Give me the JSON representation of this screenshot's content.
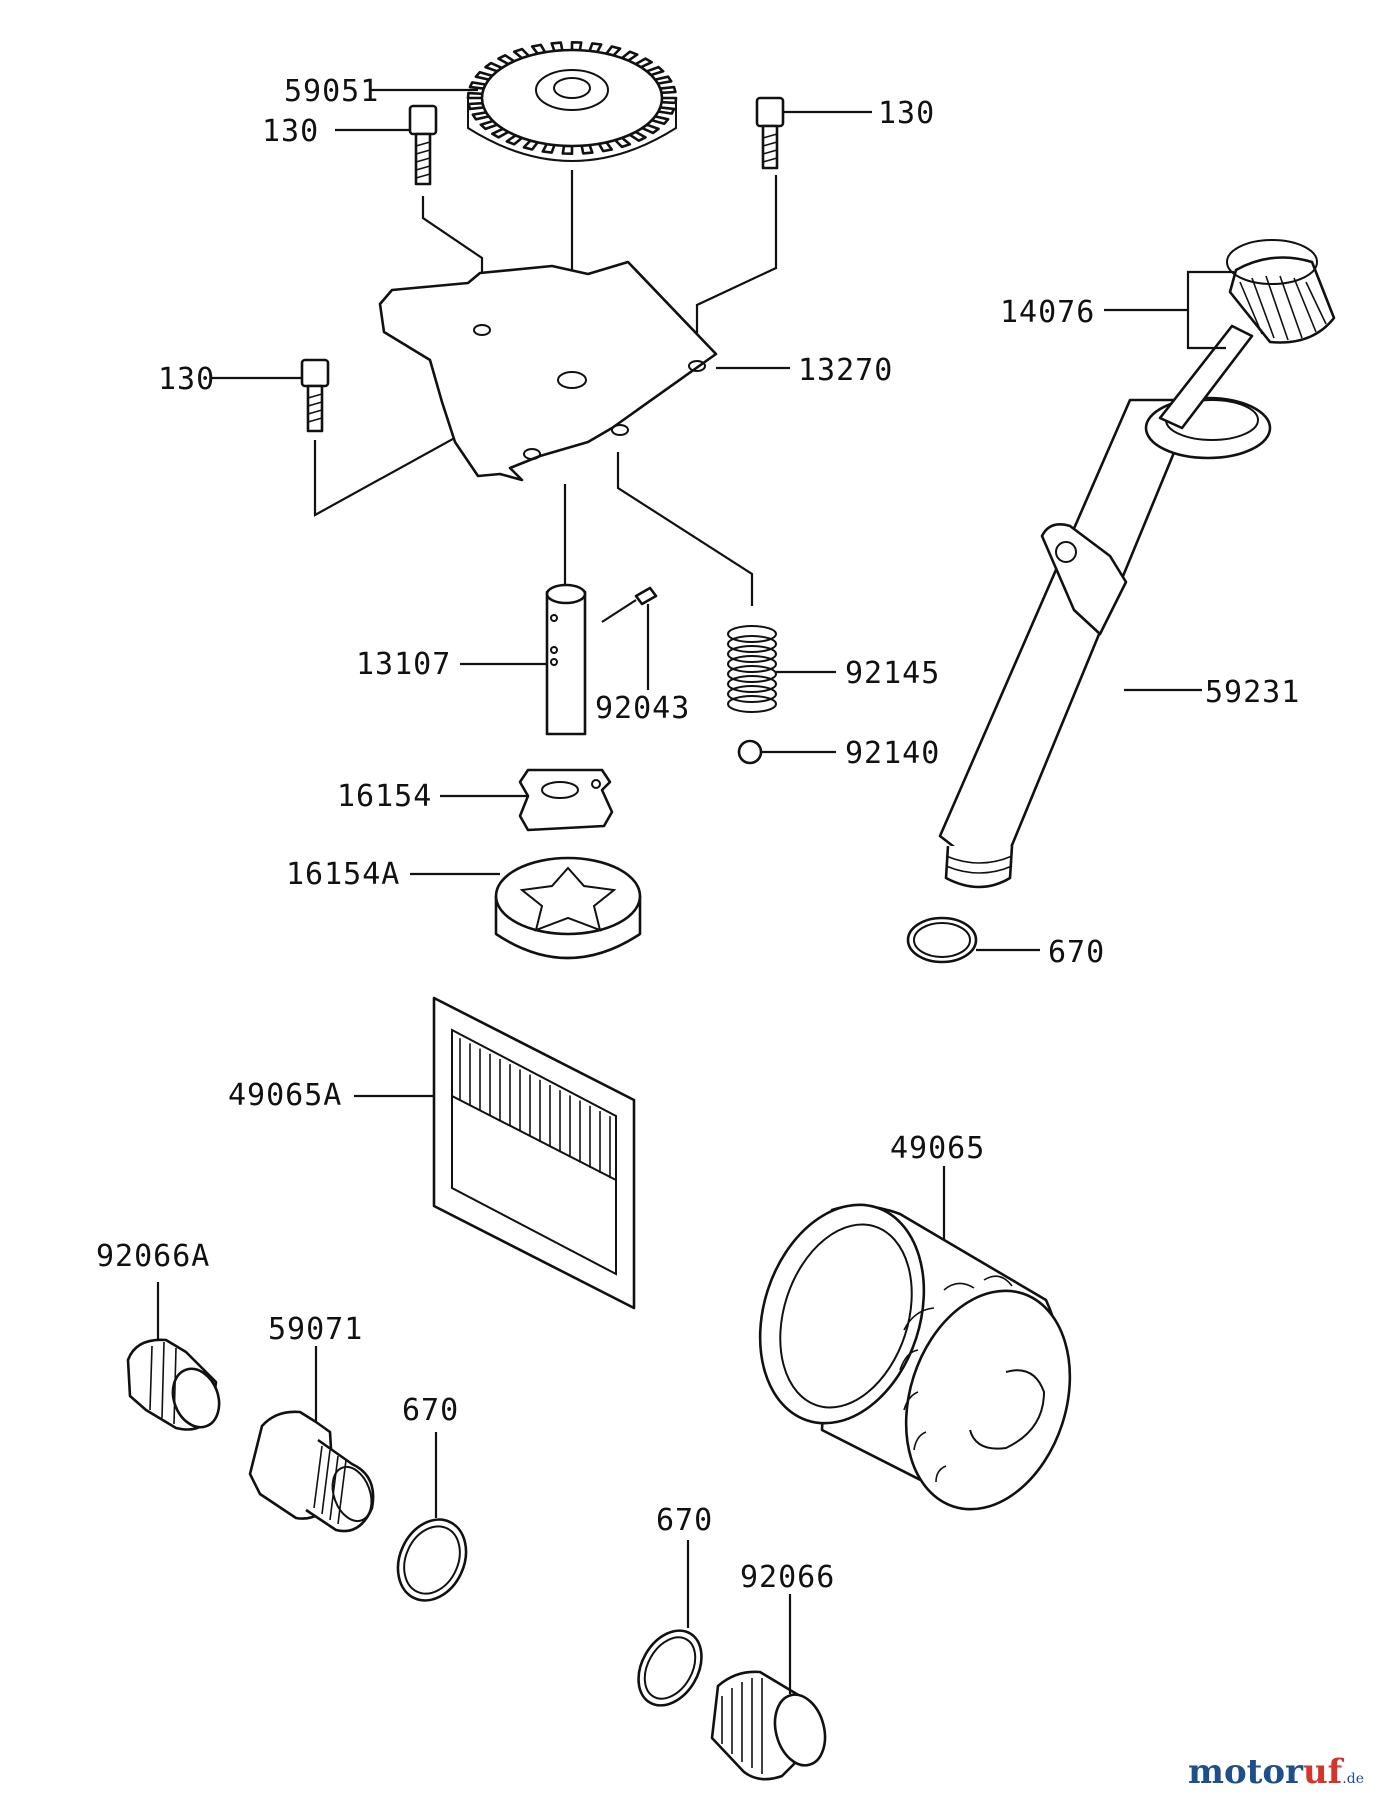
{
  "diagram": {
    "parts": {
      "gear": "59051",
      "bolt_top_left": "130",
      "bolt_top_right": "130",
      "bolt_left": "130",
      "plate": "13270",
      "filler_cap": "14076",
      "shaft": "13107",
      "pin": "92043",
      "spring": "92145",
      "ball": "92140",
      "filler_pipe": "59231",
      "inner_rotor": "16154",
      "outer_rotor": "16154A",
      "oring_pipe": "670",
      "strainer": "49065A",
      "oil_filter": "49065",
      "plug_a": "92066A",
      "fitting": "59071",
      "oring_left": "670",
      "oring_bottom": "670",
      "plug": "92066"
    }
  },
  "watermark": {
    "brand_a": "motor",
    "brand_b": "uf",
    "suffix": ".de"
  },
  "colors": {
    "line": "#111111",
    "background": "#ffffff",
    "watermark_blue": "#1f4e8c",
    "watermark_red": "#d4352b"
  }
}
